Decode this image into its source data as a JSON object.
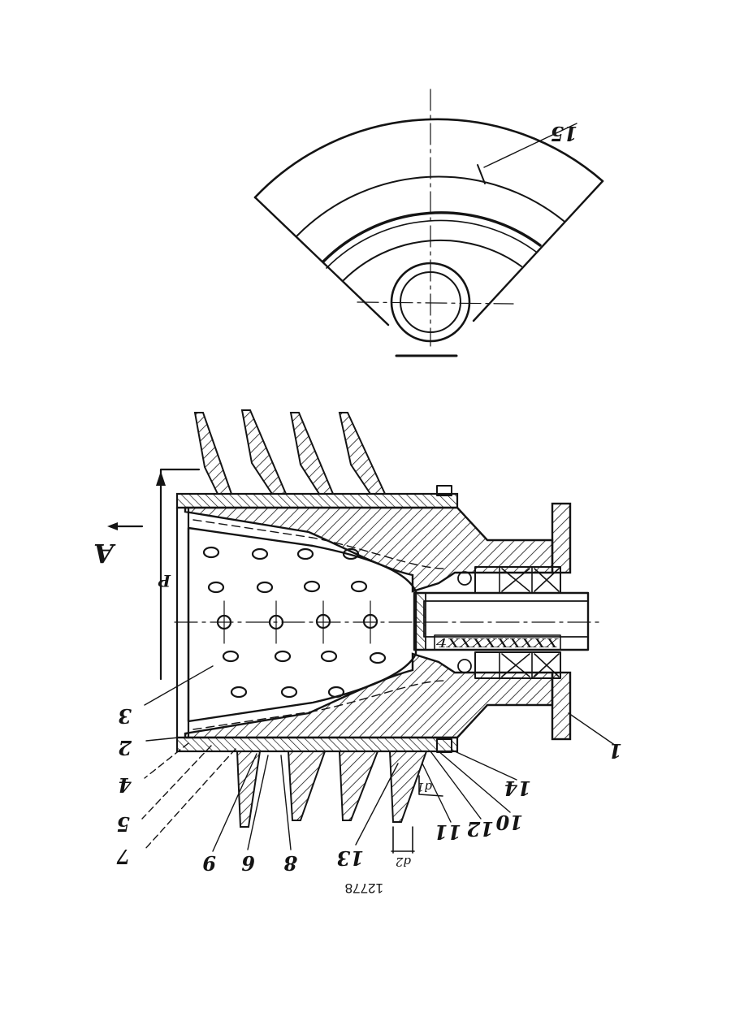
{
  "page_number": "12778",
  "view_label": "A",
  "force_label": "P",
  "callouts": {
    "c1": "1",
    "c2": "2",
    "c3": "3",
    "c4": "4",
    "c5": "5",
    "c6": "6",
    "c7": "7",
    "c8": "8",
    "c9": "9",
    "c10": "10",
    "c11": "11",
    "c12": "12",
    "c13": "13",
    "c14": "14",
    "c15": "15"
  },
  "dimensions": {
    "d1": "d1",
    "d2": "d2"
  },
  "insert_text": "4XXXXXXXXX"
}
